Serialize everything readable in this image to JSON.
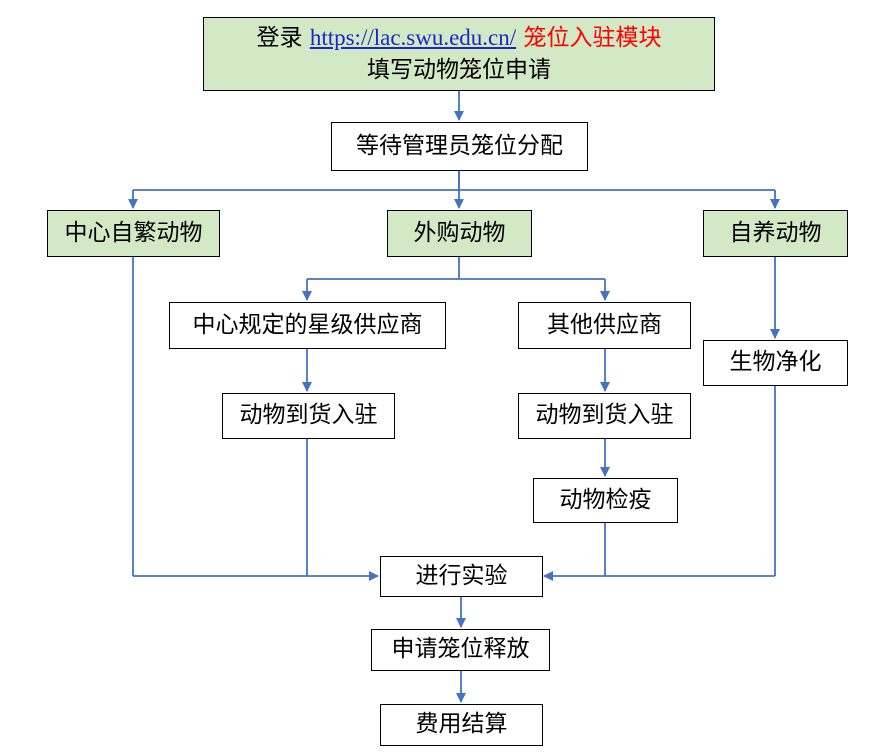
{
  "nodes": {
    "login": {
      "prefix": "登录",
      "url": "https://lac.swu.edu.cn/",
      "module": "笼位入驻模块",
      "line2": "填写动物笼位申请"
    },
    "wait": "等待管理员笼位分配",
    "center_bred": "中心自繁动物",
    "purchased": "外购动物",
    "self_raised": "自养动物",
    "star_supplier": "中心规定的星级供应商",
    "other_supplier": "其他供应商",
    "arrival_1": "动物到货入驻",
    "arrival_2": "动物到货入驻",
    "quarantine": "动物检疫",
    "purification": "生物净化",
    "experiment": "进行实验",
    "release": "申请笼位释放",
    "settlement": "费用结算"
  },
  "colors": {
    "node_green": "#d3e8c4",
    "node_white": "#ffffff",
    "connector": "#4472c4",
    "link": "#1a27c8",
    "highlight_red": "#ff0000"
  }
}
